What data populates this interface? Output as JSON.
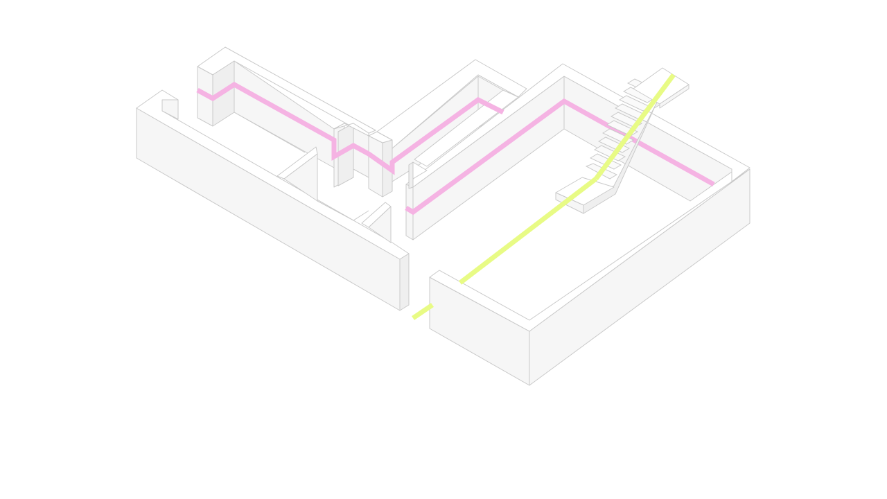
{
  "diagram": {
    "kind": "isometric-wall-plan",
    "background": "#ffffff",
    "colors": {
      "wall_fill": "#f5f5f5",
      "wall_top": "#ffffff",
      "wall_stroke": "#c8c8c8",
      "pink_line": "#f5b3e3",
      "green_line": "#e8fb85"
    },
    "elements": [
      "wall-left-long",
      "wall-left-return",
      "wall-upper-back",
      "wall-center-pillars",
      "wall-middle-back",
      "wall-right-enclosure",
      "wall-front-right",
      "staircase",
      "pink-height-line",
      "green-path-line"
    ]
  }
}
